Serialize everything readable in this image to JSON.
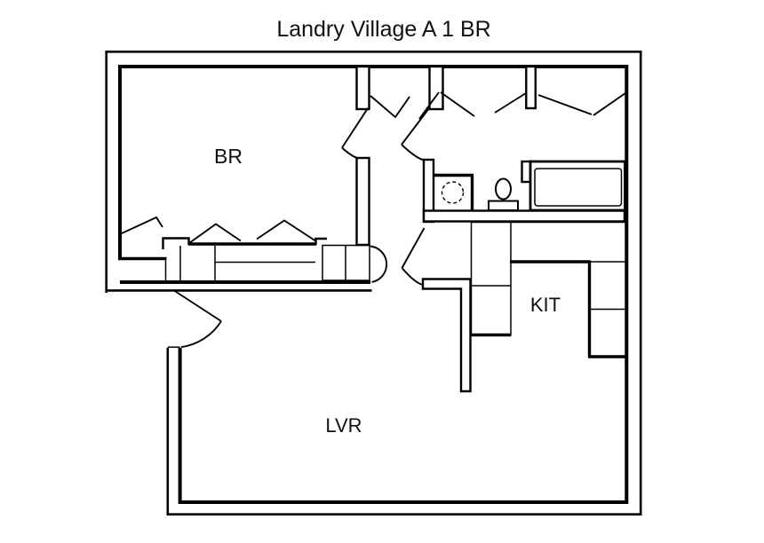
{
  "title": "Landry Village A 1 BR",
  "colors": {
    "line": "#000000",
    "background": "#ffffff",
    "text": "#111111"
  },
  "rooms": {
    "bedroom": {
      "label": "BR"
    },
    "kitchen": {
      "label": "KIT"
    },
    "living_room": {
      "label": "LVR"
    }
  },
  "fixtures": {
    "bathtub": "bathtub",
    "toilet": "toilet",
    "vanity_sink": "vanity-with-round-sink",
    "bedroom_closet": "closet-with-shelves-and-bifold-doors",
    "hall_closets": "three-closets-with-bifold-doors",
    "kitchen_counters": "l-shaped-counter-and-side-cabinets",
    "doors": "swing-doors-with-arcs"
  }
}
